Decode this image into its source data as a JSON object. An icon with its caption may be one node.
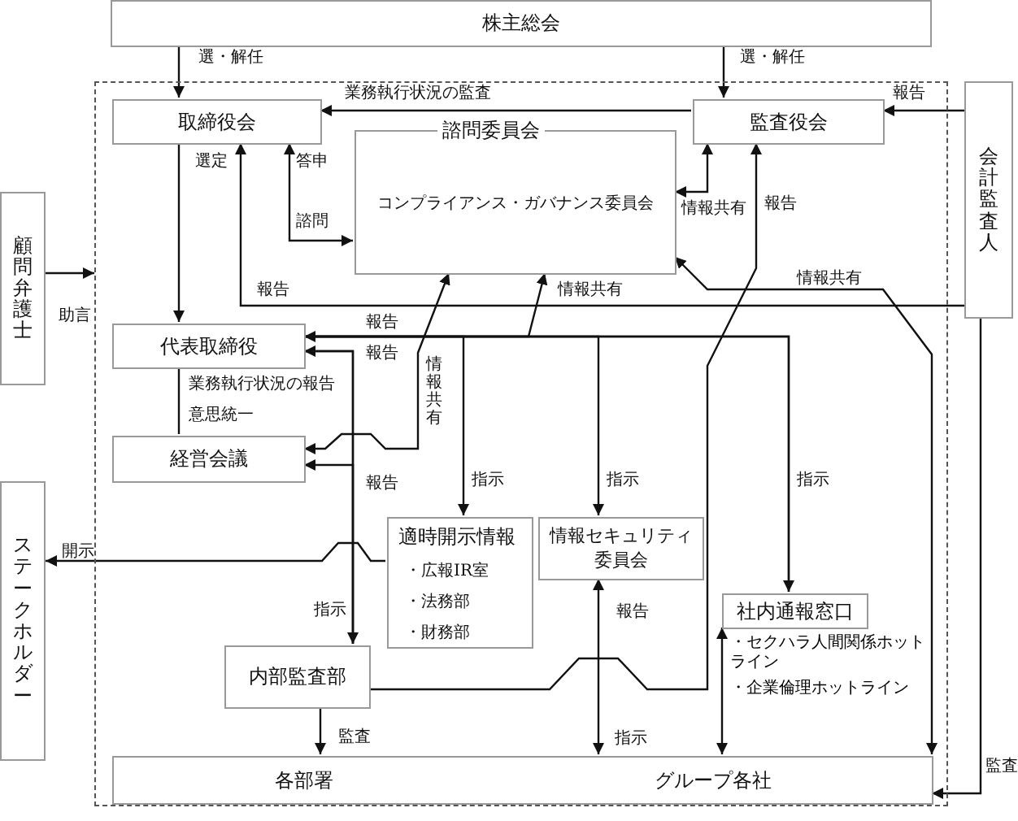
{
  "diagram": {
    "nodes": [
      {
        "text": [
          "株主総会"
        ]
      },
      {
        "text": [],
        "shape": "box"
      },
      {
        "text": [
          "取締役会"
        ],
        "in": 1
      },
      {
        "text": [
          "諮問委員会",
          "コンプライアンス・ガバナンス委員会"
        ],
        "in": 1
      },
      {
        "text": [
          "監査役会"
        ],
        "in": 1
      },
      {
        "text": [
          "会計監査人"
        ]
      },
      {
        "text": [
          "顧問弁護士"
        ]
      },
      {
        "text": [
          "代表取締役"
        ],
        "in": 1
      },
      {
        "text": [
          "経営会議"
        ],
        "in": 1
      },
      {
        "text": [
          "ステークホルダー"
        ]
      },
      {
        "text": [
          "適時開示情報",
          "・広報IR室",
          "・法務部",
          "・財務部"
        ],
        "in": 1
      },
      {
        "text": [
          "情報セキュリティ委員会"
        ],
        "in": 1
      },
      {
        "text": [
          "社内通報窓口"
        ],
        "in": 1,
        "beside": [
          "・セクハラ人間関係ホットライン",
          "・企業倫理ホットライン"
        ]
      },
      {
        "text": [
          "内部監査部"
        ],
        "in": 1
      },
      {
        "text": [
          "各部署",
          "グループ各社"
        ],
        "in": 1
      }
    ],
    "edges": [
      {
        "from": 0,
        "to": 2,
        "arrow": "to",
        "label": "選・解任"
      },
      {
        "from": 0,
        "to": 4,
        "arrow": "to",
        "label": "選・解任"
      },
      {
        "from": 4,
        "to": 2,
        "arrow": "to",
        "label": "業務執行状況の監査"
      },
      {
        "from": 5,
        "to": 4,
        "arrow": "to",
        "label": "報告"
      },
      {
        "from": 6,
        "to": 1,
        "arrow": "to",
        "label": "助言"
      },
      {
        "from": 2,
        "to": 7,
        "arrow": "to",
        "label": "選定"
      },
      {
        "from": 2,
        "to": 3,
        "arrow": "both",
        "label": "答申"
      },
      {
        "from": 4,
        "to": 3,
        "arrow": "both",
        "label": "情報共有"
      },
      {
        "from": 5,
        "to": 2,
        "arrow": "to",
        "label": "報告"
      },
      {
        "from": 13,
        "to": 4,
        "arrow": "to",
        "label": "報告"
      },
      {
        "from": 14,
        "to": 3,
        "arrow": "both",
        "label": "情報共有"
      },
      {
        "from": 5,
        "to": 14,
        "arrow": "to",
        "label": "監査"
      },
      {
        "from": 12,
        "to": 7,
        "arrow": "to",
        "label": "報告"
      },
      {
        "from": 7,
        "to": 12,
        "arrow": "to",
        "label": "指示"
      },
      {
        "from": 7,
        "to": 10,
        "arrow": "to",
        "label": "指示"
      },
      {
        "from": 7,
        "to": 11,
        "arrow": "to",
        "label": "指示"
      },
      {
        "from": 7,
        "to": 3,
        "arrow": "to",
        "label": "情報共有"
      },
      {
        "from": 13,
        "to": 7,
        "arrow": "to",
        "label": "報告"
      },
      {
        "from": 13,
        "to": 8,
        "arrow": "to",
        "label": "報告"
      },
      {
        "from": 7,
        "to": 13,
        "arrow": "to",
        "label": "指示"
      },
      {
        "from": 8,
        "to": 3,
        "arrow": "both",
        "label": "情報共有"
      },
      {
        "from": 10,
        "to": 9,
        "arrow": "to",
        "label": "開示"
      },
      {
        "from": 13,
        "to": 14,
        "arrow": "to",
        "label": "監査"
      },
      {
        "from": 11,
        "to": 14,
        "arrow": "both",
        "label": "報告"
      },
      {
        "from": 12,
        "to": 14,
        "arrow": "both"
      },
      {
        "from": 7,
        "to": 8,
        "arrow": "none",
        "label": "業務執行状況の報告"
      }
    ],
    "labels": [
      "諮問",
      "指示",
      "意思統一"
    ]
  }
}
